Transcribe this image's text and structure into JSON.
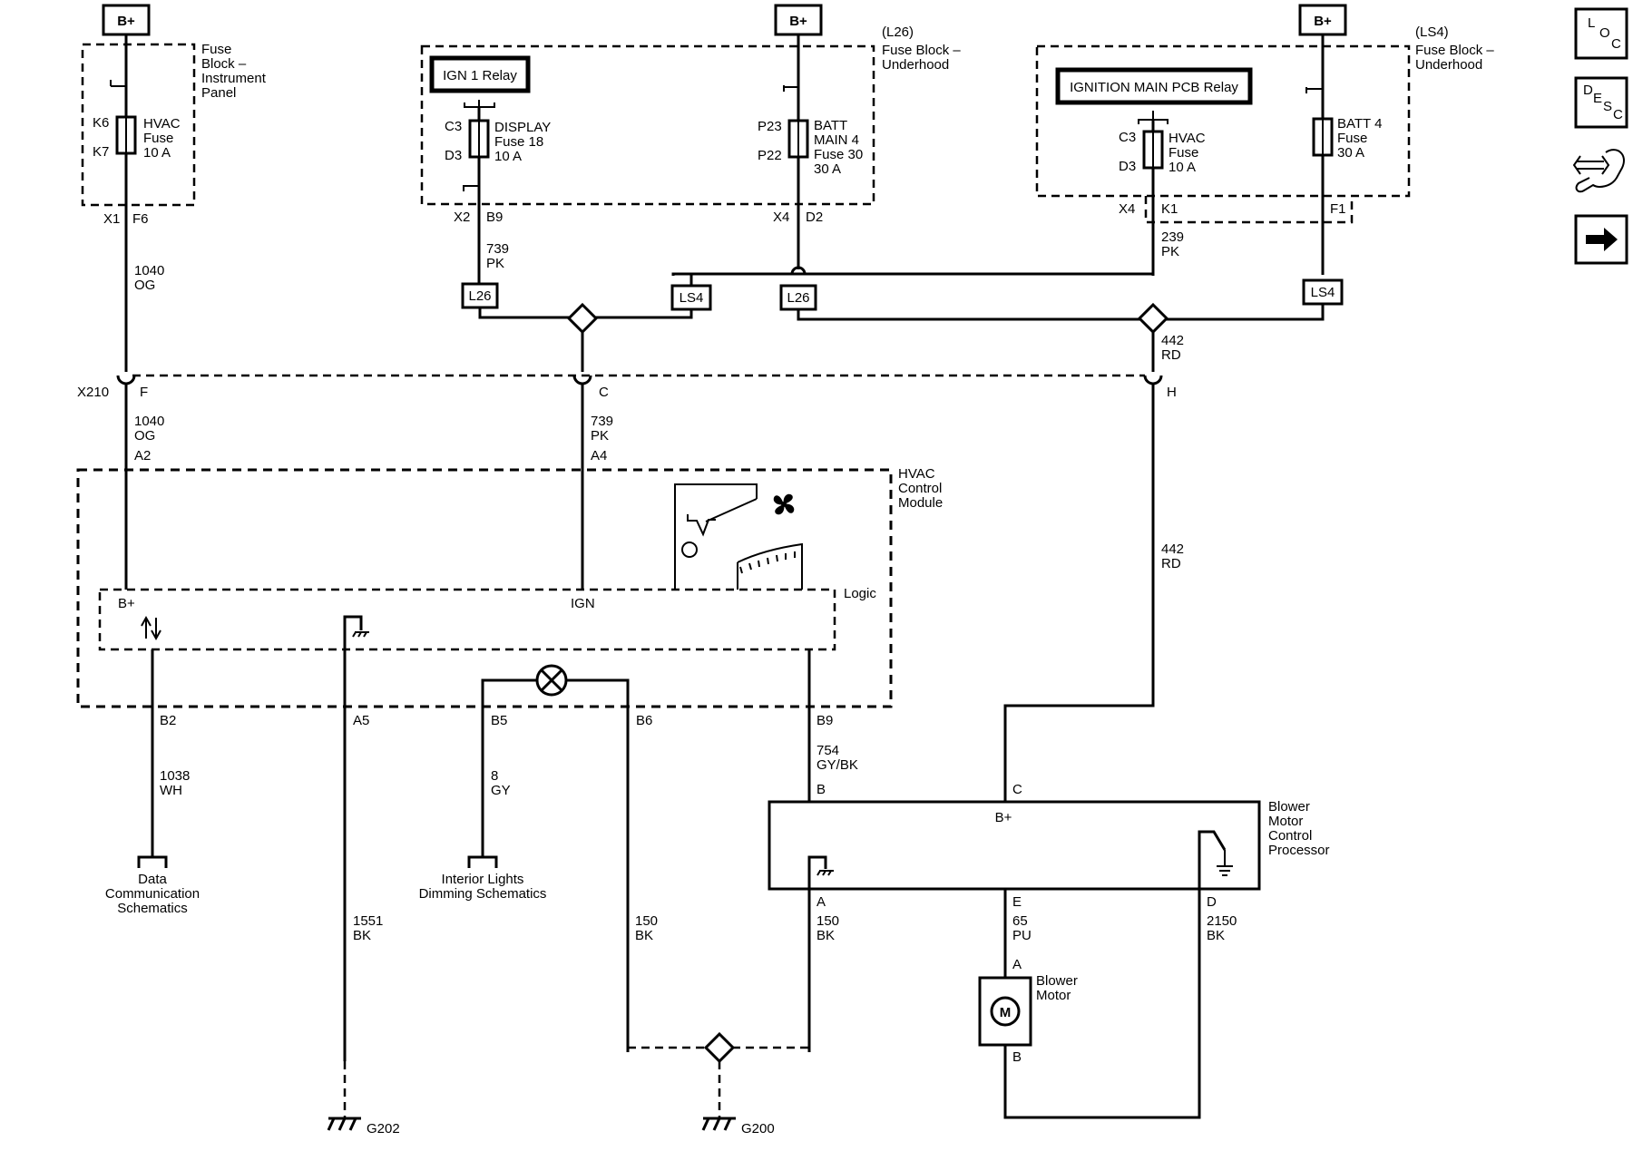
{
  "battery_labels": [
    "B+",
    "B+",
    "B+"
  ],
  "fuse_block_ip": {
    "title": [
      "Fuse",
      "Block –",
      "Instrument",
      "Panel"
    ],
    "fuse_name": [
      "HVAC",
      "Fuse",
      "10 A"
    ],
    "pins": [
      "K6",
      "K7"
    ],
    "out_conn": "X1",
    "out_pin": "F6"
  },
  "fuse_block_l26": {
    "option": "(L26)",
    "title": [
      "Fuse Block –",
      "Underhood"
    ],
    "relay": "IGN 1 Relay",
    "display_fuse": [
      "DISPLAY",
      "Fuse 18",
      "10 A"
    ],
    "display_pins": [
      "C3",
      "D3"
    ],
    "display_out": [
      "X2",
      "B9"
    ],
    "batt_fuse": [
      "BATT",
      "MAIN 4",
      "Fuse 30",
      "30 A"
    ],
    "batt_pins": [
      "P23",
      "P22"
    ],
    "batt_out": [
      "X4",
      "D2"
    ]
  },
  "fuse_block_ls4": {
    "option": "(LS4)",
    "title": [
      "Fuse Block –",
      "Underhood"
    ],
    "relay": "IGNITION MAIN PCB Relay",
    "hvac_fuse": [
      "HVAC",
      "Fuse",
      "10 A"
    ],
    "hvac_pins": [
      "C3",
      "D3"
    ],
    "hvac_out": [
      "X4",
      "K1"
    ],
    "batt_fuse": [
      "BATT 4",
      "Fuse",
      "30 A"
    ],
    "batt_out": "F1"
  },
  "options": [
    "L26",
    "LS4",
    "L26",
    "LS4"
  ],
  "wires": {
    "w1040_top": [
      "1040",
      "OG"
    ],
    "w739_top": [
      "739",
      "PK"
    ],
    "w239": [
      "239",
      "PK"
    ],
    "w442_top": [
      "442",
      "RD"
    ],
    "w1040_bot": [
      "1040",
      "OG"
    ],
    "w739_bot": [
      "739",
      "PK"
    ],
    "w442_mid": [
      "442",
      "RD"
    ],
    "w1038": [
      "1038",
      "WH"
    ],
    "w8": [
      "8",
      "GY"
    ],
    "w754": [
      "754",
      "GY/BK"
    ],
    "w1551": [
      "1551",
      "BK"
    ],
    "w150a": [
      "150",
      "BK"
    ],
    "w150b": [
      "150",
      "BK"
    ],
    "w65": [
      "65",
      "PU"
    ],
    "w2150": [
      "2150",
      "BK"
    ]
  },
  "x210": {
    "name": "X210",
    "pins": [
      "F",
      "C",
      "H"
    ]
  },
  "hvac_module": {
    "title": [
      "HVAC",
      "Control",
      "Module"
    ],
    "inner_pins_top": [
      "A2",
      "A4"
    ],
    "logic_label": "Logic",
    "bplus": "B+",
    "ign": "IGN",
    "bottom_pins": [
      "B2",
      "A5",
      "B5",
      "B6",
      "B9"
    ]
  },
  "blower_processor": {
    "title": [
      "Blower",
      "Motor",
      "Control",
      "Processor"
    ],
    "bplus": "B+",
    "pins": [
      "C",
      "B",
      "A",
      "E",
      "D"
    ]
  },
  "blower_motor": {
    "title": [
      "Blower",
      "Motor"
    ],
    "symbol": "M",
    "pins": [
      "A",
      "B"
    ]
  },
  "references": {
    "data_comm": [
      "Data",
      "Communication",
      "Schematics"
    ],
    "interior": [
      "Interior Lights",
      "Dimming Schematics"
    ]
  },
  "grounds": [
    "G202",
    "G200"
  ],
  "nav_buttons": {
    "loc": [
      "L",
      "O",
      "C"
    ],
    "desc": [
      "D",
      "E",
      "S",
      "C"
    ]
  },
  "icons": [
    "fan-icon",
    "bidirectional-arrow-icon",
    "ground-icon",
    "lamp-icon",
    "connector-icon",
    "next-arrow-icon",
    "tool-icon"
  ]
}
